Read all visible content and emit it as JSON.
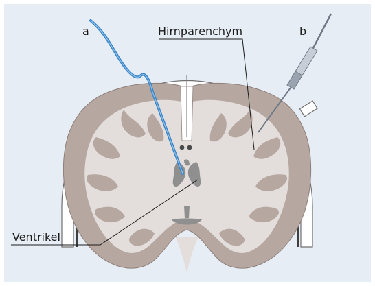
{
  "labels": {
    "a": "a",
    "b": "b",
    "parenchyma": "Hirnparenchym",
    "ventricle": "Ventrikel"
  },
  "colors": {
    "background": "#e7edf5",
    "skull": "#ffffff",
    "outline": "#6f6f6f",
    "dura": "#3f3f3f",
    "white_matter": "#e3dedc",
    "gray_matter": "#b7a7a1",
    "ventricle": "#8f8f8f",
    "catheter": "#3b86c8",
    "probe": "#6f7a86",
    "text": "#1b1b1b"
  }
}
